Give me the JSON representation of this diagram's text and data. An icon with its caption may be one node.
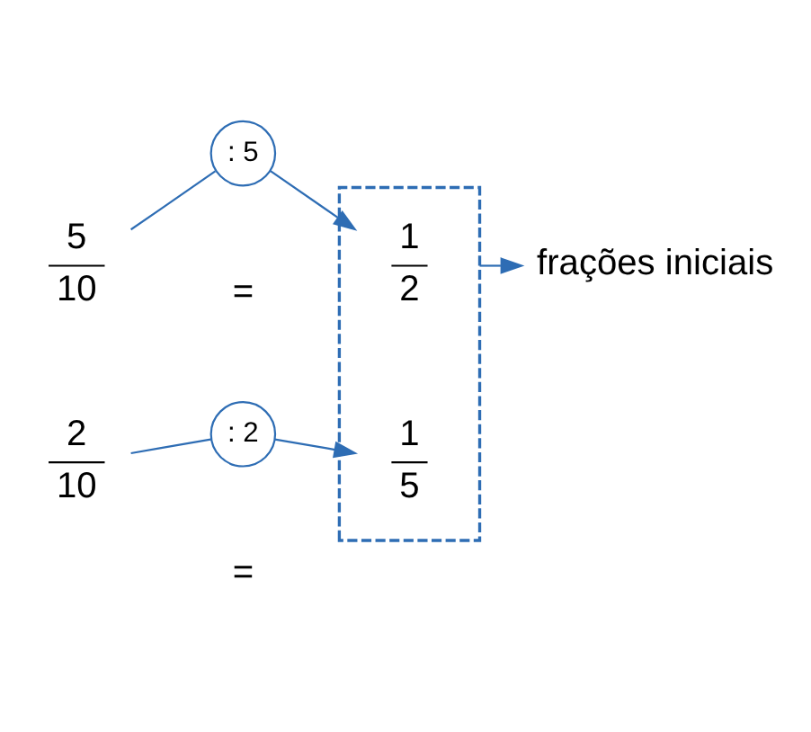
{
  "diagram": {
    "nodes": [
      {
        "text": [
          ": 5"
        ]
      },
      {
        "text": [
          "5",
          "10"
        ]
      },
      {
        "text": [],
        "shape": "box"
      },
      {
        "text": [
          "1",
          "2"
        ],
        "in": 2
      },
      {
        "text": [
          ": 2"
        ]
      },
      {
        "text": [
          "2",
          "10"
        ]
      },
      {
        "text": [
          "1",
          "5"
        ],
        "in": 2
      },
      {
        "text": [
          "frações iniciais"
        ]
      }
    ],
    "edges": [
      {
        "from": 1,
        "to": 0,
        "arrow": "none"
      },
      {
        "from": 0,
        "to": 3,
        "arrow": "to"
      },
      {
        "from": 2,
        "to": 7,
        "arrow": "to"
      },
      {
        "from": 5,
        "to": 4,
        "arrow": "none"
      },
      {
        "from": 4,
        "to": 6,
        "arrow": "to"
      }
    ],
    "labels": [
      "=",
      "="
    ]
  }
}
